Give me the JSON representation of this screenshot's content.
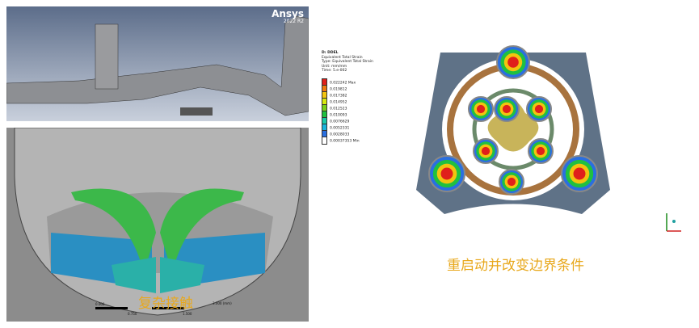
{
  "top_view": {
    "logo": "Ansys",
    "version": "2022 R2"
  },
  "contact_view": {
    "caption": "复杂接触",
    "scale_labels": [
      "0.000",
      "0.750",
      "1.500",
      "3.000 (mm)"
    ]
  },
  "result_view": {
    "legend": {
      "title": "D: DDEL",
      "lines": [
        "Equivalent Total Strain",
        "Type: Equivalent Total Strain",
        "Unit: mm/mm",
        "Time: 5.e-002"
      ],
      "entries": [
        {
          "value": "0.022242 Max",
          "color": "#e0201b"
        },
        {
          "value": "0.019812",
          "color": "#f07a10"
        },
        {
          "value": "0.017382",
          "color": "#f2c40f"
        },
        {
          "value": "0.014952",
          "color": "#d8e810"
        },
        {
          "value": "0.012523",
          "color": "#7ad11a"
        },
        {
          "value": "0.010093",
          "color": "#20c040"
        },
        {
          "value": "0.0076629",
          "color": "#17c9a8"
        },
        {
          "value": "0.0052331",
          "color": "#18b4dc"
        },
        {
          "value": "0.0028033",
          "color": "#2a6fe0"
        },
        {
          "value": "0.00037353 Min",
          "color": "#ffffff"
        }
      ]
    },
    "caption": "重启动并改变边界条件"
  },
  "colors": {
    "caption": "#e8a81c",
    "frame": "#5f7287",
    "ring": "#a8733e"
  }
}
